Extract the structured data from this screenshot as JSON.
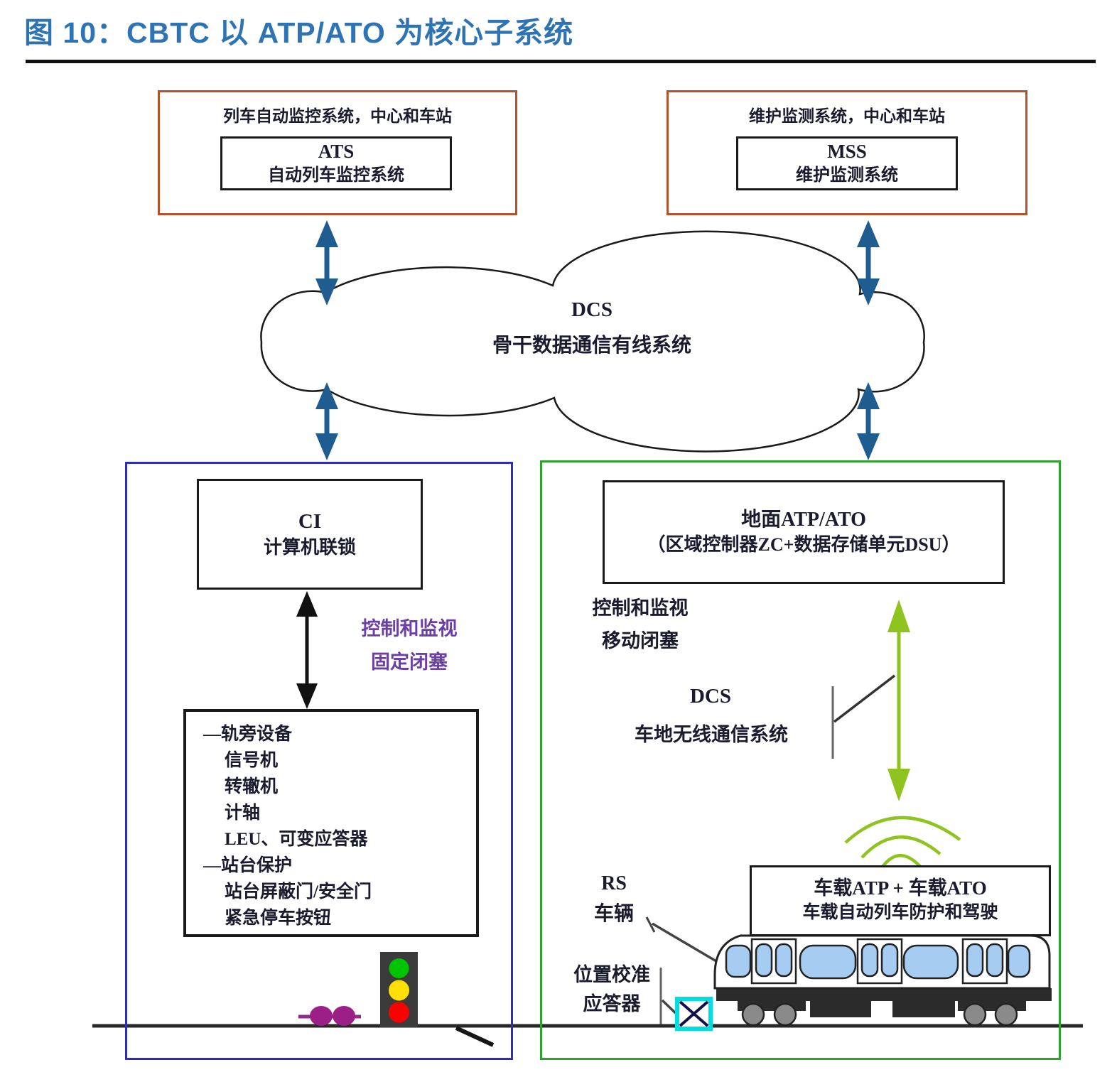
{
  "figure": {
    "title": "图 10：CBTC 以 ATP/ATO 为核心子系统"
  },
  "colors": {
    "title_blue": "#2E74B5",
    "panel_orange": "#B4532A",
    "panel_blue": "#2E2EB8",
    "panel_green": "#2FA12F",
    "arrow_blue": "#1F5C8F",
    "arrow_green": "#8FC31F",
    "purple_label": "#6B3FA5",
    "axle_magenta": "#9C1F87",
    "balise_cyan": "#00DEDE",
    "window_blue": "#A6CCF2",
    "signal_green": "#00C400",
    "signal_yellow": "#FFE000",
    "signal_red": "#FF0000"
  },
  "ats": {
    "caption": "列车自动监控系统，中心和车站",
    "abbr": "ATS",
    "label": "自动列车监控系统"
  },
  "mss": {
    "caption": "维护监测系统，中心和车站",
    "abbr": "MSS",
    "label": "维护监测系统"
  },
  "backbone_dcs": {
    "abbr": "DCS",
    "label": "骨干数据通信有线系统"
  },
  "ci": {
    "abbr": "CI",
    "label": "计算机联锁",
    "mode": [
      "控制和监视",
      "固定闭塞"
    ],
    "equipment": [
      "—轨旁设备",
      "信号机",
      "转辙机",
      "计轴",
      "LEU、可变应答器",
      "—站台保护",
      "站台屏蔽门/安全门",
      "紧急停车按钮"
    ]
  },
  "wayside_atpato": {
    "title": "地面ATP/ATO",
    "subtitle": "（区域控制器ZC+数据存储单元DSU）",
    "mode": [
      "控制和监视",
      "移动闭塞"
    ]
  },
  "radio_dcs": {
    "abbr": "DCS",
    "label": "车地无线通信系统"
  },
  "rolling_stock": {
    "abbr": "RS",
    "label": "车辆"
  },
  "onboard": {
    "title": "车载ATP + 车载ATO",
    "subtitle": "车载自动列车防护和驾驶"
  },
  "balise": {
    "label_line1": "位置校准",
    "label_line2": "应答器"
  }
}
